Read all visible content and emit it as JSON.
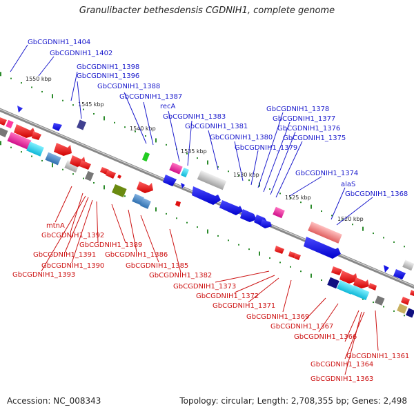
{
  "title": "Granulibacter bethesdensis CGDNIH1, complete genome",
  "footer": {
    "accession": "Accession: NC_008343",
    "summary": "Topology: circular; Length: 2,708,355 bp; Genes: 2,498"
  },
  "colors": {
    "forward_label": "#1a1acc",
    "reverse_label": "#cc1111",
    "backbone": "#888888",
    "forward_feature": "#1515e6",
    "reverse_feature": "#e01010",
    "tick": "#2a8a2a"
  },
  "ruler": {
    "ticks": [
      {
        "label": "1550 kbp"
      },
      {
        "label": "1545 kbp"
      },
      {
        "label": "1540 kbp"
      },
      {
        "label": "1535 kbp"
      },
      {
        "label": "1530 kbp"
      },
      {
        "label": "1525 kbp"
      },
      {
        "label": "1520 kbp"
      }
    ]
  },
  "forward_labels": [
    "GbCGDNIH1_1404",
    "GbCGDNIH1_1402",
    "GbCGDNIH1_1398",
    "GbCGDNIH1_1396",
    "GbCGDNIH1_1388",
    "GbCGDNIH1_1387",
    "recA",
    "GbCGDNIH1_1383",
    "GbCGDNIH1_1381",
    "GbCGDNIH1_1380",
    "GbCGDNIH1_1379",
    "GbCGDNIH1_1378",
    "GbCGDNIH1_1377",
    "GbCGDNIH1_1376",
    "GbCGDNIH1_1375",
    "GbCGDNIH1_1374",
    "alaS",
    "GbCGDNIH1_1368"
  ],
  "reverse_labels": [
    "mtnA",
    "GbCGDNIH1_1392",
    "GbCGDNIH1_1389",
    "GbCGDNIH1_1391",
    "GbCGDNIH1_1390",
    "GbCGDNIH1_1386",
    "GbCGDNIH1_1393",
    "GbCGDNIH1_1385",
    "GbCGDNIH1_1382",
    "GbCGDNIH1_1373",
    "GbCGDNIH1_1372",
    "GbCGDNIH1_1371",
    "GbCGDNIH1_1369",
    "GbCGDNIH1_1367",
    "GbCGDNIH1_1366",
    "GbCGDNIH1_1361",
    "GbCGDNIH1_1364",
    "GbCGDNIH1_1363"
  ]
}
